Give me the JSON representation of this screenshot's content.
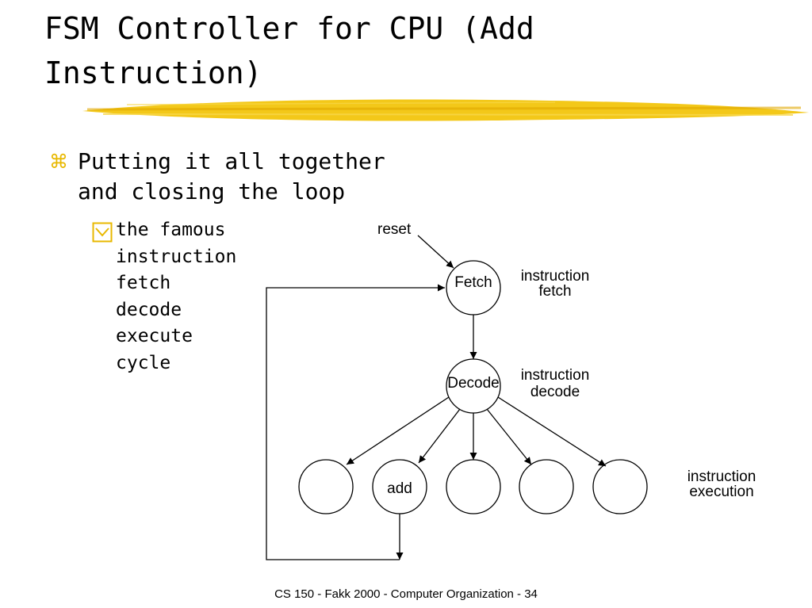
{
  "title": {
    "lines": [
      "FSM Controller for CPU (Add",
      "Instruction)"
    ]
  },
  "bullets": {
    "level1": {
      "icon": "command-icon",
      "lines": [
        "Putting it all together",
        "and closing the loop"
      ]
    },
    "level2": {
      "icon": "checkbox-arrow-icon",
      "lines": [
        "the famous",
        "instruction",
        "fetch",
        "decode",
        "execute",
        "cycle"
      ]
    }
  },
  "diagram": {
    "reset_label": "reset",
    "states": {
      "fetch": "Fetch",
      "decode": "Decode",
      "add": "add"
    },
    "annotations": {
      "fetch": [
        "instruction",
        "fetch"
      ],
      "decode": [
        "instruction",
        "decode"
      ],
      "execution": [
        "instruction",
        "execution"
      ]
    }
  },
  "footer": "CS 150 - Fakk 2000 - Computer Organization - 34",
  "colors": {
    "accent": "#f2c200",
    "bullet": "#e8b800"
  }
}
